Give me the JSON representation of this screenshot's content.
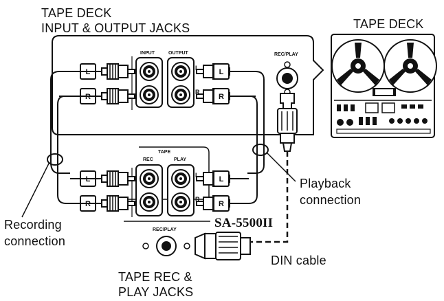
{
  "labels": {
    "tape_deck_jacks_line1": "TAPE DECK",
    "tape_deck_jacks_line2": "INPUT & OUTPUT JACKS",
    "tape_deck": "TAPE DECK",
    "playback_line1": "Playback",
    "playback_line2": "connection",
    "recording_line1": "Recording",
    "recording_line2": "connection",
    "model": "SA-5500II",
    "din_cable": "DIN cable",
    "tape_rec_line1": "TAPE REC &",
    "tape_rec_line2": "PLAY JACKS"
  },
  "panel_labels": {
    "input": "INPUT",
    "output": "OUTPUT",
    "rec_play_top": "REC/PLAY",
    "tape": "TAPE",
    "rec": "REC",
    "play": "PLAY",
    "rec_play_bottom": "REC/PLAY"
  },
  "plug_labels": {
    "left": "L",
    "right": "R"
  },
  "colors": {
    "line": "#111111",
    "background": "#ffffff"
  }
}
